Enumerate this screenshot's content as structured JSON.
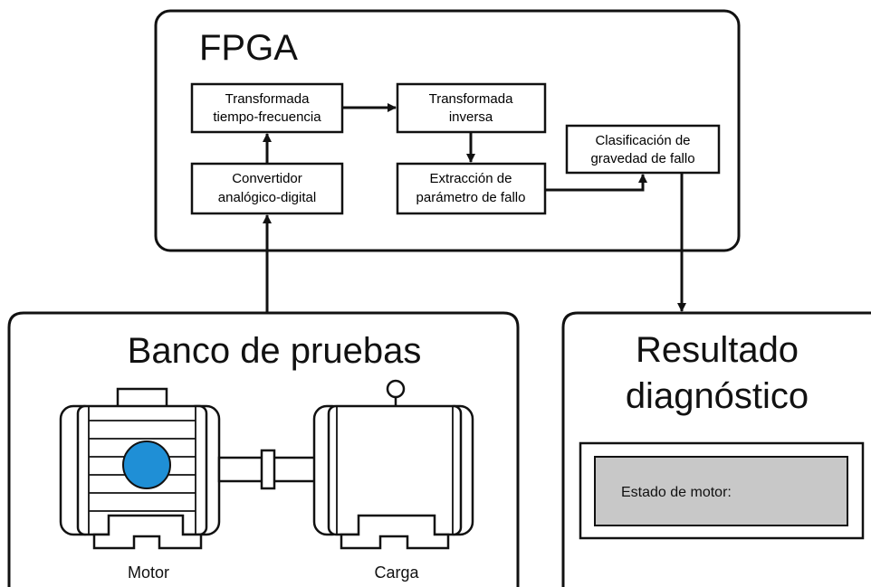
{
  "fpga": {
    "title": "FPGA",
    "blocks": {
      "adc": [
        "Convertidor",
        "analógico-digital"
      ],
      "tf": [
        "Transformada",
        "tiempo-frecuencia"
      ],
      "inv": [
        "Transformada",
        "inversa"
      ],
      "extract": [
        "Extracción de",
        "parámetro de fallo"
      ],
      "classify": [
        "Clasificación de",
        "gravedad de fallo"
      ]
    }
  },
  "test_bench": {
    "title": "Banco de pruebas",
    "motor_label": "Motor",
    "load_label": "Carga"
  },
  "result": {
    "title_line1": "Resultado",
    "title_line2": "diagnóstico",
    "display_text": "Estado de motor:"
  },
  "colors": {
    "line": "#111111",
    "motor_rotor": "#1f8fd6",
    "display_fill": "#c8c8c8",
    "device_fill": "#ffffff"
  }
}
